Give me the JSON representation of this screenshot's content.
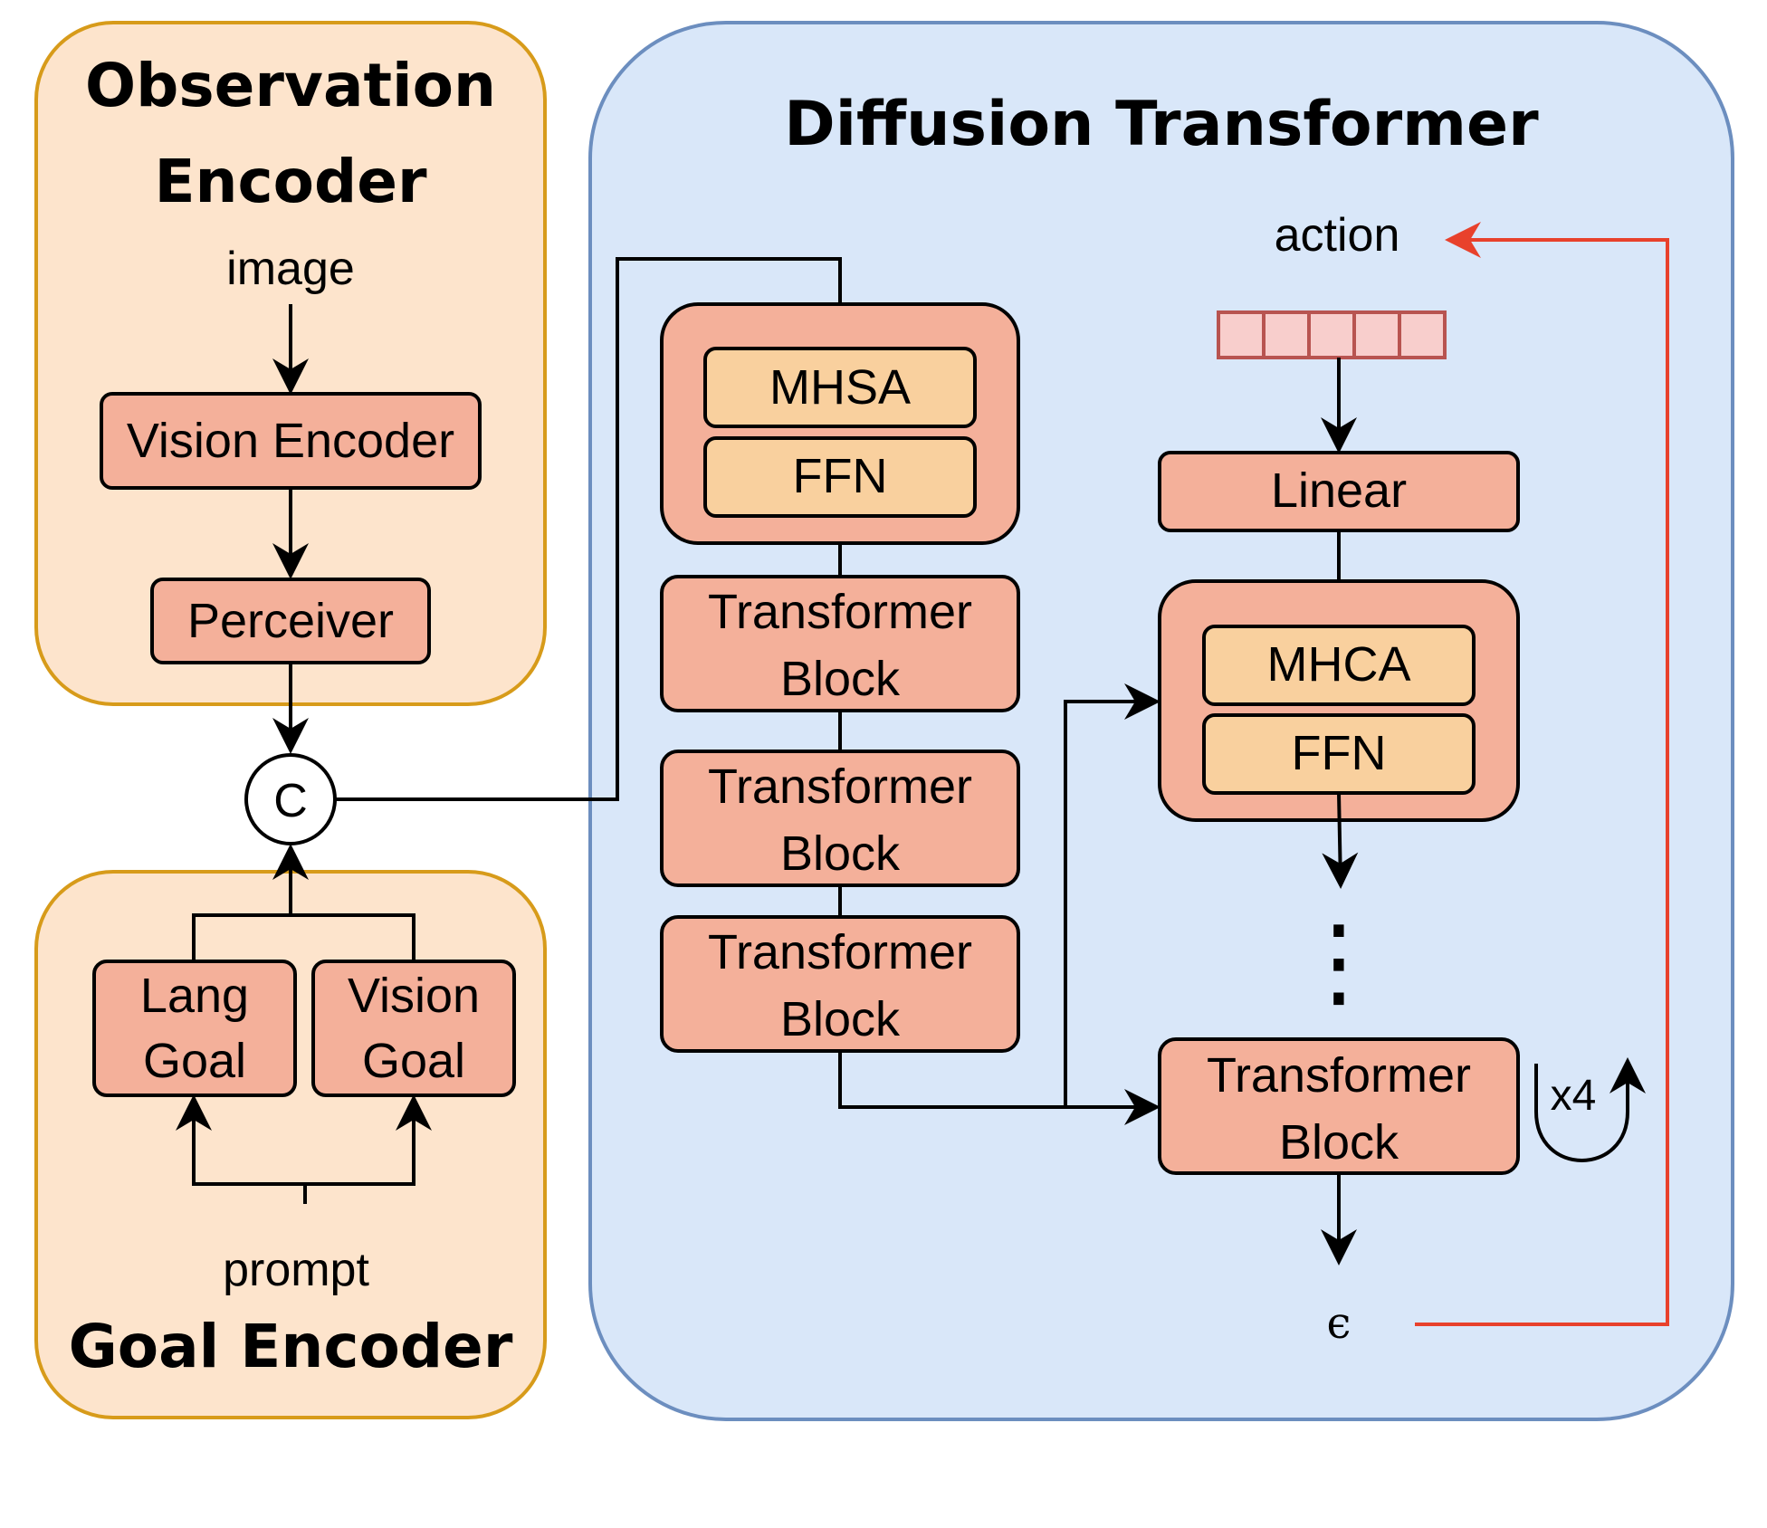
{
  "observation_encoder": {
    "title_line1": "Observation",
    "title_line2": "Encoder",
    "input_label": "image",
    "vision_encoder": "Vision Encoder",
    "perceiver": "Perceiver"
  },
  "concat_node": {
    "label": "C"
  },
  "goal_encoder": {
    "title": "Goal Encoder",
    "input_label": "prompt",
    "lang_goal_line1": "Lang",
    "lang_goal_line2": "Goal",
    "vision_goal_line1": "Vision",
    "vision_goal_line2": "Goal"
  },
  "diffusion_transformer": {
    "title": "Diffusion Transformer",
    "output_label": "action",
    "noise_label": "ϵ",
    "encoder_stack": {
      "mhsa": "MHSA",
      "ffn": "FFN",
      "blocks": [
        {
          "line1": "Transformer",
          "line2": "Block"
        },
        {
          "line1": "Transformer",
          "line2": "Block"
        },
        {
          "line1": "Transformer",
          "line2": "Block"
        }
      ]
    },
    "decoder_stack": {
      "linear": "Linear",
      "mhca": "MHCA",
      "ffn": "FFN",
      "ellipsis": "⋮",
      "block_line1": "Transformer",
      "block_line2": "Block",
      "repeat_label": "x4"
    }
  },
  "colors": {
    "orange_panel_fill": "#fde4cc",
    "orange_panel_stroke": "#d79b1a",
    "blue_panel_fill": "#d9e7f9",
    "blue_panel_stroke": "#6c8ebf",
    "block_fill": "#f4b09a",
    "inner_fill": "#f9d09e",
    "token_fill": "#f8cecc",
    "token_stroke": "#b85450",
    "loop_arrow": "#e8412c"
  }
}
